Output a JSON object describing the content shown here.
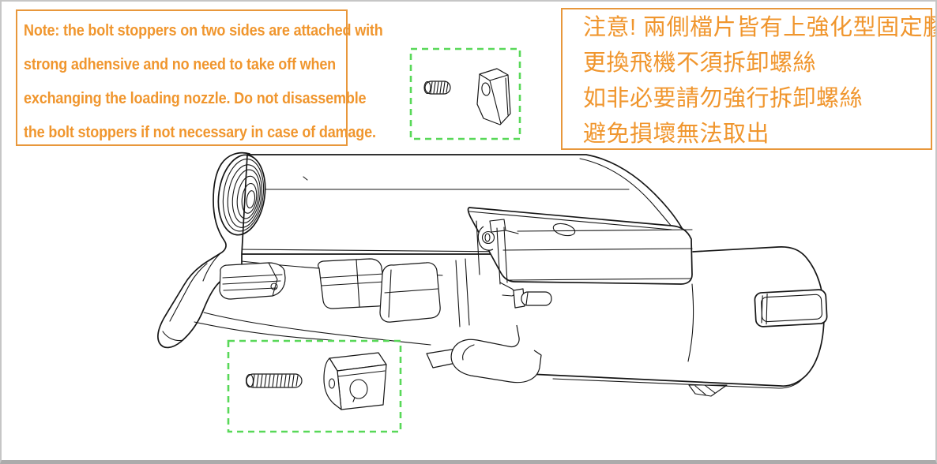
{
  "colors": {
    "note_border": "#e8973b",
    "note_text": "#f0962e",
    "callout_dash_green": "#58d858",
    "line_art": "#161616",
    "frame_border": "#c6c6c6"
  },
  "notes": {
    "english": {
      "lines": [
        "Note: the bolt stoppers on two sides are attached with",
        "strong adhensive and no need to take off when",
        "exchanging the loading nozzle. Do not disassemble",
        "the bolt stoppers if not necessary in case of damage."
      ]
    },
    "chinese": {
      "lines": [
        "注意! 兩側檔片皆有上強化型固定膠",
        "更換飛機不須拆卸螺絲",
        "如非必要請勿強行拆卸螺絲",
        "避免損壞無法取出"
      ]
    }
  },
  "diagram": {
    "subject": "loading-nozzle-bolt-carrier-assembly",
    "callouts": {
      "top": [
        "set-screw-small",
        "bolt-stopper-small"
      ],
      "bottom": [
        "set-screw-long",
        "bolt-stopper-large"
      ]
    }
  }
}
